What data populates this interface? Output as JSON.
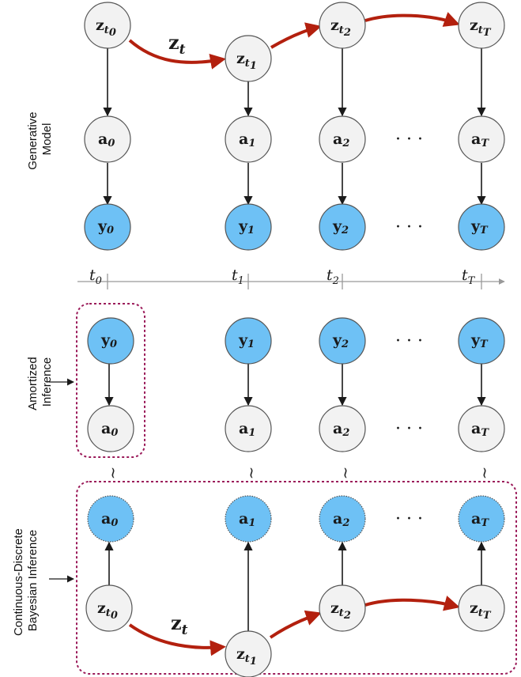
{
  "section_labels": {
    "generative": [
      "Generative",
      "Model"
    ],
    "amortized": [
      "Amortized",
      "Inference"
    ],
    "continuous": [
      "Continuous-Discrete",
      "Bayesian Inference"
    ]
  },
  "timeline": {
    "ticks": [
      {
        "base": "t",
        "sub": "0"
      },
      {
        "base": "t",
        "sub": "1"
      },
      {
        "base": "t",
        "sub": "2"
      },
      {
        "base": "t",
        "sub": "T"
      }
    ]
  },
  "transition_label": {
    "base": "z",
    "sub": "t"
  },
  "ellipsis": "· · ·",
  "tilde": "~",
  "nodes": {
    "z": [
      {
        "base": "z",
        "sub": "t",
        "subsub": "0"
      },
      {
        "base": "z",
        "sub": "t",
        "subsub": "1"
      },
      {
        "base": "z",
        "sub": "t",
        "subsub": "2"
      },
      {
        "base": "z",
        "sub": "t",
        "subsub": "T"
      }
    ],
    "a": [
      {
        "base": "a",
        "sub": "0"
      },
      {
        "base": "a",
        "sub": "1"
      },
      {
        "base": "a",
        "sub": "2"
      },
      {
        "base": "a",
        "sub": "T"
      }
    ],
    "y": [
      {
        "base": "y",
        "sub": "0"
      },
      {
        "base": "y",
        "sub": "1"
      },
      {
        "base": "y",
        "sub": "2"
      },
      {
        "base": "y",
        "sub": "T"
      }
    ]
  },
  "colors": {
    "latent_fill": "#f2f2f2",
    "observed_fill": "#6ec1f5",
    "node_stroke": "#555555",
    "transition_arrow": "#b3200e",
    "edge": "#1a1a1a",
    "group_box": "#9b1b5a",
    "timeline": "#999999"
  }
}
